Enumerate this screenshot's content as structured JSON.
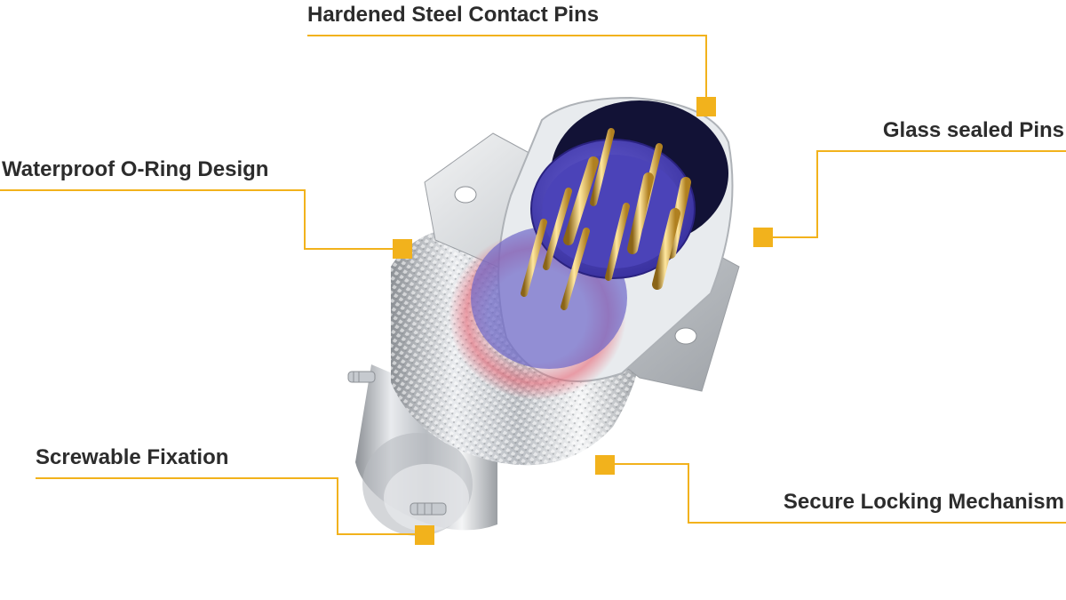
{
  "colors": {
    "accent": "#F2B21C",
    "text": "#2C2C2C",
    "pin_insulator": "#5048B8",
    "seal_highlight": "#E85A6A",
    "steel": "#C8CCD0"
  },
  "callouts": [
    {
      "id": "hardened-steel-contact-pins",
      "label": "Hardened Steel Contact Pins"
    },
    {
      "id": "glass-sealed-pins",
      "label": "Glass sealed Pins"
    },
    {
      "id": "waterproof-o-ring-design",
      "label": "Waterproof O-Ring Design"
    },
    {
      "id": "screwable-fixation",
      "label": "Screwable Fixation"
    },
    {
      "id": "secure-locking-mechanism",
      "label": "Secure Locking Mechanism"
    }
  ]
}
